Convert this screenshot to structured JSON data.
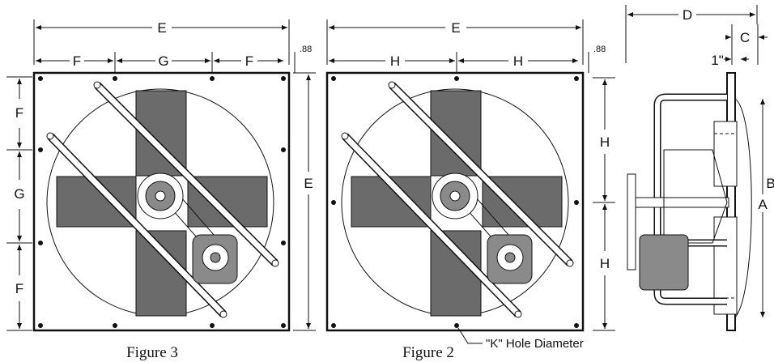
{
  "labels": {
    "E": "E",
    "F": "F",
    "G": "G",
    "H": "H",
    "D": "D",
    "C": "C",
    "A": "A",
    "B": "B",
    "offset": ".88",
    "one_inch": "1\"",
    "hole_note": "\"K\" Hole Diameter"
  },
  "captions": {
    "figure3": "Figure 3",
    "figure2": "Figure 2"
  }
}
